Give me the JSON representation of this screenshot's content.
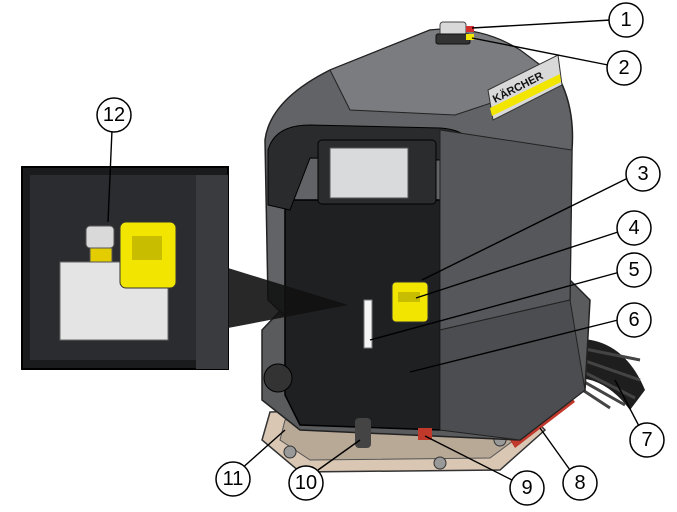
{
  "brand_label": "KÄRCHER",
  "colors": {
    "body_dark": "#5a5b5d",
    "body_mid": "#6e7072",
    "body_black": "#1f2022",
    "accent_yellow": "#f2e600",
    "brush_black": "#202020",
    "red_strip": "#c0392b",
    "squeegee": "#d8c8b8"
  },
  "callouts": [
    {
      "id": 1,
      "label": "1"
    },
    {
      "id": 2,
      "label": "2"
    },
    {
      "id": 3,
      "label": "3"
    },
    {
      "id": 4,
      "label": "4"
    },
    {
      "id": 5,
      "label": "5"
    },
    {
      "id": 6,
      "label": "6"
    },
    {
      "id": 7,
      "label": "7"
    },
    {
      "id": 8,
      "label": "8"
    },
    {
      "id": 9,
      "label": "9"
    },
    {
      "id": 10,
      "label": "10"
    },
    {
      "id": 11,
      "label": "11"
    },
    {
      "id": 12,
      "label": "12"
    }
  ]
}
